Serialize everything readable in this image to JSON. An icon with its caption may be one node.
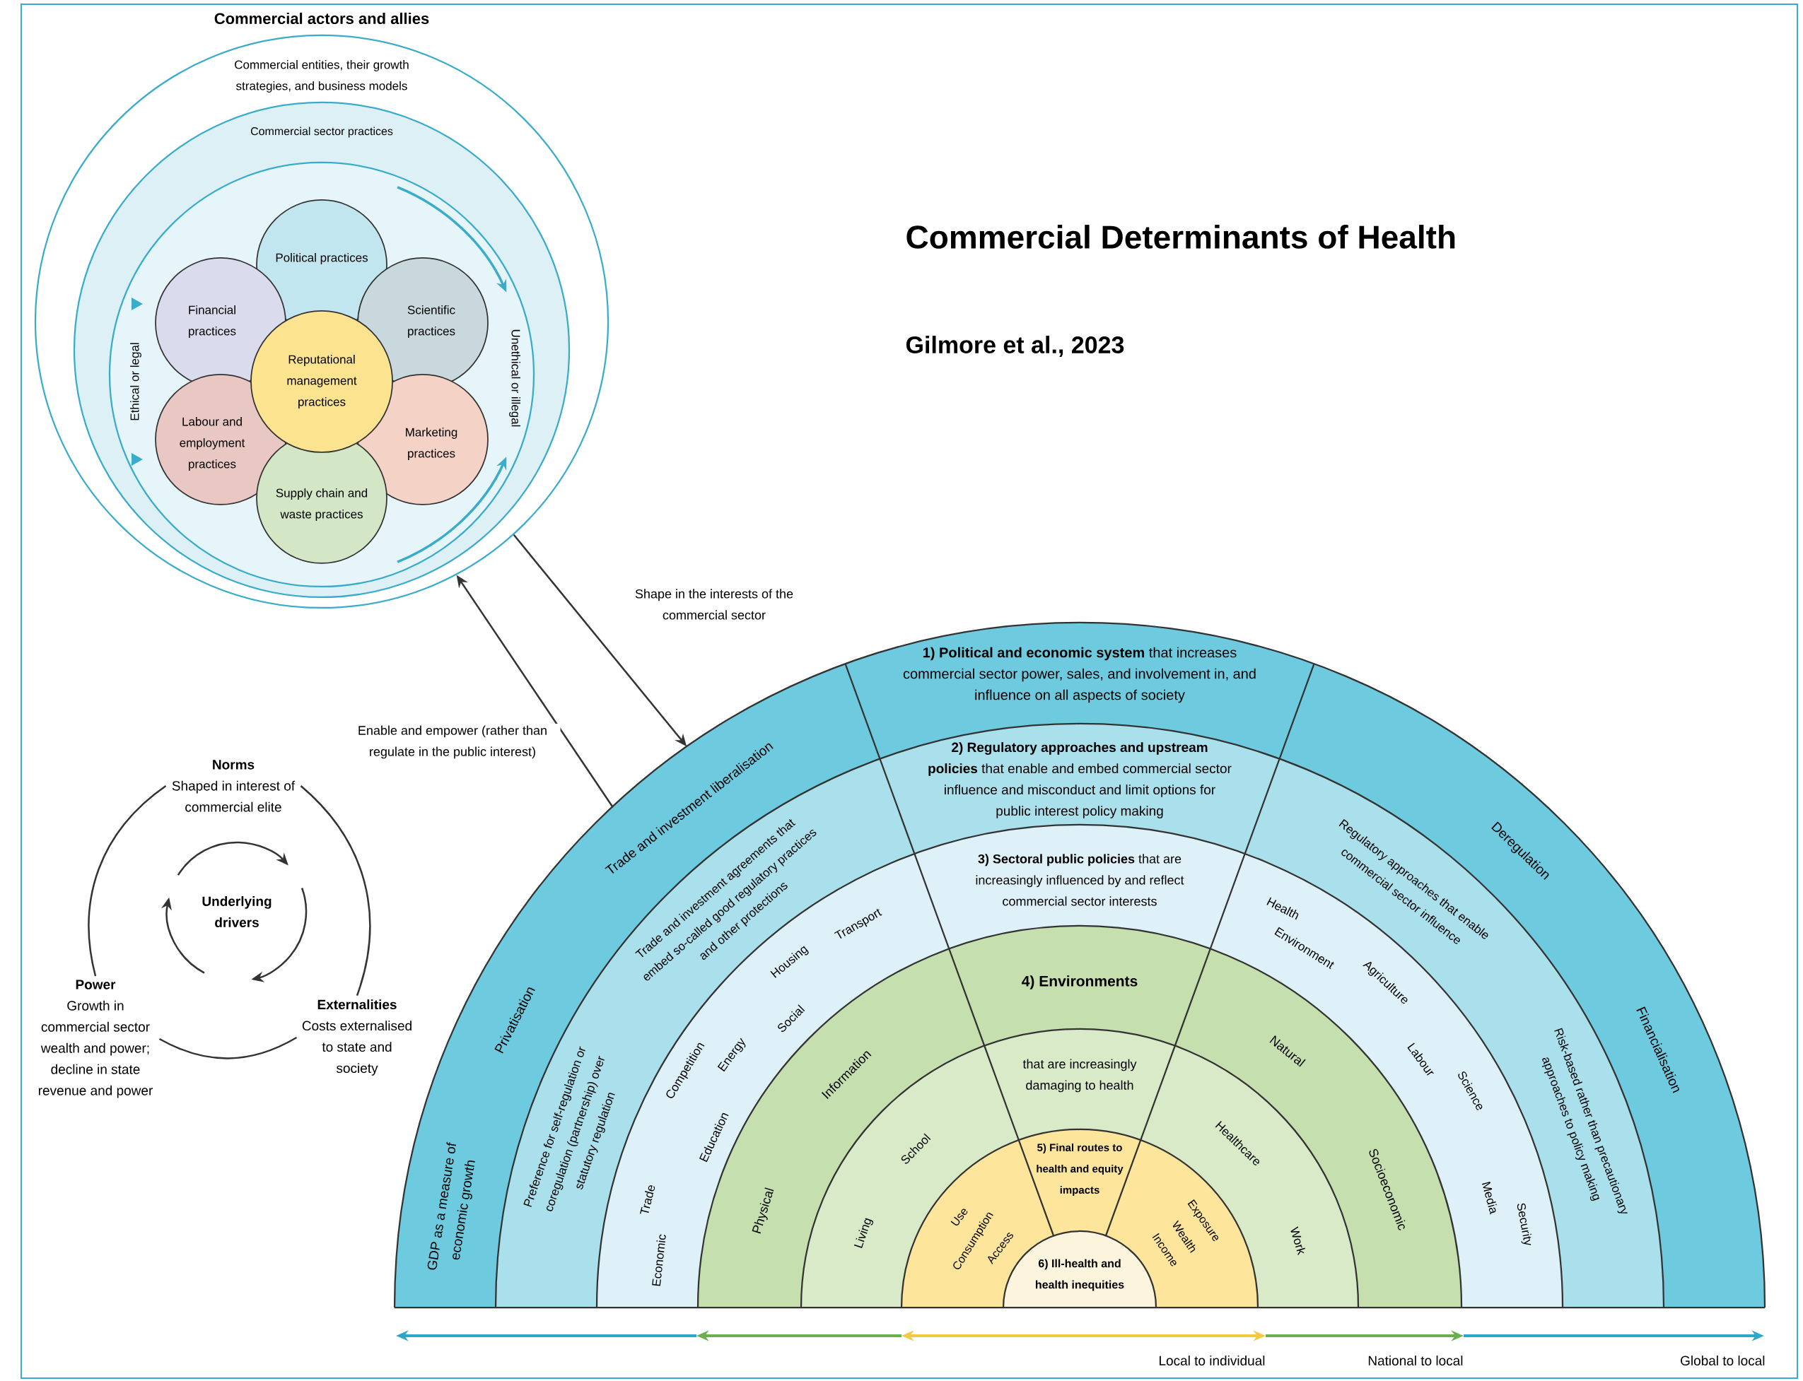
{
  "diagram": {
    "title": "Commercial Determinants of Health",
    "nodes": [
      {
        "text": [
          "Commercial actors and allies"
        ]
      },
      {
        "text": [
          "Commercial entities, their growth strategies, and business models"
        ],
        "in": 0
      },
      {
        "text": [
          "Commercial sector practices"
        ],
        "in": 1
      },
      {
        "text": [
          "Political practices"
        ],
        "in": 2
      },
      {
        "text": [
          "Financial practices"
        ],
        "in": 2
      },
      {
        "text": [
          "Scientific practices"
        ],
        "in": 2
      },
      {
        "text": [
          "Reputational management practices"
        ],
        "in": 2
      },
      {
        "text": [
          "Labour and employment practices"
        ],
        "in": 2
      },
      {
        "text": [
          "Marketing practices"
        ],
        "in": 2
      },
      {
        "text": [
          "Supply chain and waste practices"
        ],
        "in": 2
      },
      {
        "text": [
          "Norms",
          "Shaped in interest of commercial elite"
        ]
      },
      {
        "text": [
          "Underlying drivers"
        ]
      },
      {
        "text": [
          "Power",
          "Growth in commercial sector wealth and power; decline in state revenue and power"
        ]
      },
      {
        "text": [
          "Externalities",
          "Costs externalised to state and society"
        ]
      },
      {
        "text": [
          "**1) Political and economic system** that increases commercial sector power, sales, and involvement in, and influence on all aspects of society",
          "Trade and investment liberalisation",
          "Privatisation",
          "GDP as a measure of economic growth",
          "Deregulation",
          "Financialisation"
        ]
      },
      {
        "text": [
          "**2) Regulatory approaches and upstream policies** that enable and embed commercial sector influence and misconduct and limit options for public interest policy making",
          "Trade and investment agreements that embed so-called good regulatory practices and other protections",
          "Preference for self-regulation or coregulation (partnership) over statutory regulation",
          "Regulatory approaches that enable commercial sector influence",
          "Risk-based rather than precautionary approaches to policy making"
        ]
      },
      {
        "text": [
          "**3) Sectoral public policies** that are increasingly influenced by and reflect commercial sector interests",
          "Transport",
          "Housing",
          "Social",
          "Energy",
          "Competition",
          "Education",
          "Trade",
          "Economic",
          "Health",
          "Environment",
          "Agriculture",
          "Labour",
          "Science",
          "Media",
          "Security"
        ]
      },
      {
        "text": [
          "4) Environments",
          "Information",
          "Physical",
          "Natural",
          "Socioeconomic"
        ]
      },
      {
        "text": [
          "that are increasingly damaging to health",
          "School",
          "Living",
          "Healthcare",
          "Work"
        ]
      },
      {
        "text": [
          "5) Final routes to health and equity impacts",
          "Use",
          "Consumption",
          "Access",
          "Exposure",
          "Wealth",
          "Income"
        ]
      },
      {
        "text": [
          "6) Ill-health and health inequities"
        ]
      }
    ],
    "edges": [
      {
        "from": 14,
        "to": 0,
        "arrow": "to",
        "label": "Enable and empower (rather than regulate in the public interest)"
      },
      {
        "from": 0,
        "to": 14,
        "arrow": "to",
        "label": "Shape in the interests of the commercial sector"
      },
      {
        "from": 10,
        "to": 13,
        "arrow": "none"
      },
      {
        "from": 13,
        "to": 12,
        "arrow": "none"
      },
      {
        "from": 12,
        "to": 10,
        "arrow": "none"
      }
    ],
    "labels": [
      "Gilmore et al., 2023",
      "Ethical or legal",
      "Unethical or illegal",
      "Local to individual",
      "National to local",
      "Global to local"
    ]
  }
}
